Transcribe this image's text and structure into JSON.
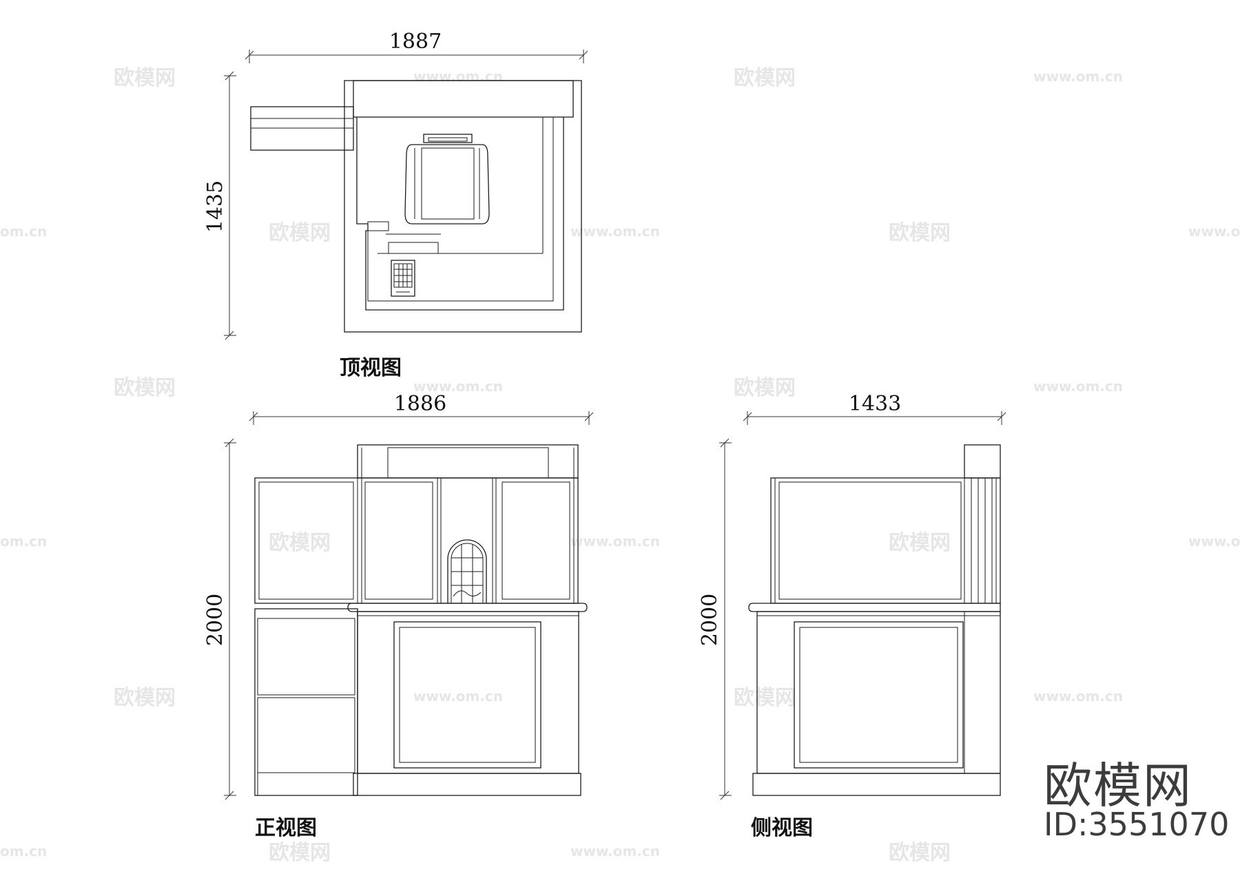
{
  "watermark": {
    "brand_text": "欧模网",
    "url_text": "www.om.cn",
    "url_fragment": "om.cn"
  },
  "top_view": {
    "width_dim": "1887",
    "depth_dim": "1435",
    "label": "顶视图"
  },
  "front_view": {
    "width_dim": "1886",
    "height_dim": "2000",
    "label": "正视图"
  },
  "side_view": {
    "width_dim": "1433",
    "height_dim": "2000",
    "label": "侧视图"
  },
  "brand": {
    "name": "欧模网",
    "id": "ID:3551070"
  },
  "colors": {
    "line": "#1a1a1a",
    "watermark": "#e6e6e6",
    "brand": "#3c3c3c",
    "background": "#ffffff"
  }
}
